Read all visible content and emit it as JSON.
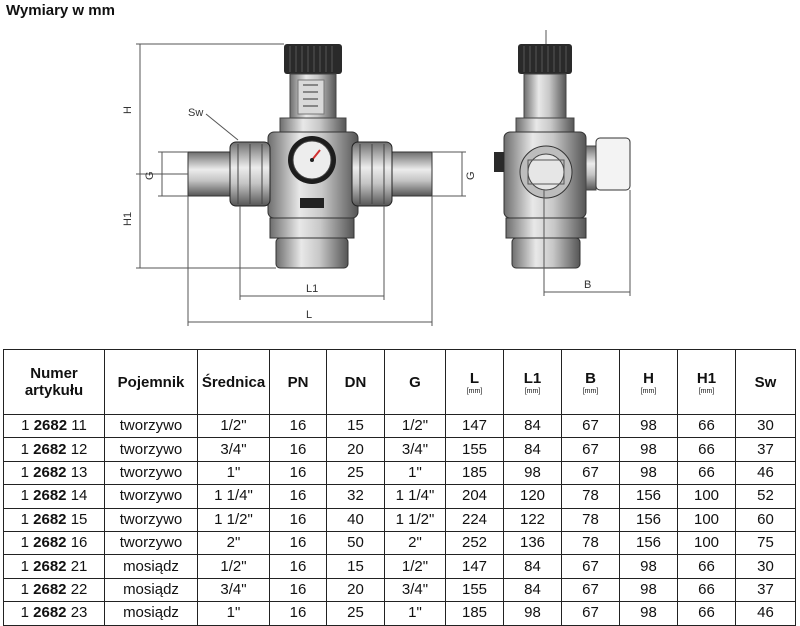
{
  "title": "Wymiary w mm",
  "drawing_labels": {
    "h": "H",
    "h1": "H1",
    "g_left": "G",
    "g_right": "G",
    "sw": "Sw",
    "l1": "L1",
    "l": "L",
    "b": "B"
  },
  "table": {
    "headers": [
      {
        "label": "Numer artykułu",
        "unit": ""
      },
      {
        "label": "Pojemnik",
        "unit": ""
      },
      {
        "label": "Średnica",
        "unit": ""
      },
      {
        "label": "PN",
        "unit": ""
      },
      {
        "label": "DN",
        "unit": ""
      },
      {
        "label": "G",
        "unit": ""
      },
      {
        "label": "L",
        "unit": "[mm]"
      },
      {
        "label": "L1",
        "unit": "[mm]"
      },
      {
        "label": "B",
        "unit": "[mm]"
      },
      {
        "label": "H",
        "unit": "[mm]"
      },
      {
        "label": "H1",
        "unit": "[mm]"
      },
      {
        "label": "Sw",
        "unit": ""
      }
    ],
    "rows": [
      {
        "pre": "1",
        "mid": "2682",
        "suf": "11",
        "material": "tworzywo",
        "diameter": "1/2\"",
        "pn": "16",
        "dn": "15",
        "g": "1/2\"",
        "l": "147",
        "l1": "84",
        "b": "67",
        "h": "98",
        "h1": "66",
        "sw": "30"
      },
      {
        "pre": "1",
        "mid": "2682",
        "suf": "12",
        "material": "tworzywo",
        "diameter": "3/4\"",
        "pn": "16",
        "dn": "20",
        "g": "3/4\"",
        "l": "155",
        "l1": "84",
        "b": "67",
        "h": "98",
        "h1": "66",
        "sw": "37"
      },
      {
        "pre": "1",
        "mid": "2682",
        "suf": "13",
        "material": "tworzywo",
        "diameter": "1\"",
        "pn": "16",
        "dn": "25",
        "g": "1\"",
        "l": "185",
        "l1": "98",
        "b": "67",
        "h": "98",
        "h1": "66",
        "sw": "46"
      },
      {
        "pre": "1",
        "mid": "2682",
        "suf": "14",
        "material": "tworzywo",
        "diameter": "1 1/4\"",
        "pn": "16",
        "dn": "32",
        "g": "1 1/4\"",
        "l": "204",
        "l1": "120",
        "b": "78",
        "h": "156",
        "h1": "100",
        "sw": "52"
      },
      {
        "pre": "1",
        "mid": "2682",
        "suf": "15",
        "material": "tworzywo",
        "diameter": "1 1/2\"",
        "pn": "16",
        "dn": "40",
        "g": "1 1/2\"",
        "l": "224",
        "l1": "122",
        "b": "78",
        "h": "156",
        "h1": "100",
        "sw": "60"
      },
      {
        "pre": "1",
        "mid": "2682",
        "suf": "16",
        "material": "tworzywo",
        "diameter": "2\"",
        "pn": "16",
        "dn": "50",
        "g": "2\"",
        "l": "252",
        "l1": "136",
        "b": "78",
        "h": "156",
        "h1": "100",
        "sw": "75"
      },
      {
        "pre": "1",
        "mid": "2682",
        "suf": "21",
        "material": "mosiądz",
        "diameter": "1/2\"",
        "pn": "16",
        "dn": "15",
        "g": "1/2\"",
        "l": "147",
        "l1": "84",
        "b": "67",
        "h": "98",
        "h1": "66",
        "sw": "30"
      },
      {
        "pre": "1",
        "mid": "2682",
        "suf": "22",
        "material": "mosiądz",
        "diameter": "3/4\"",
        "pn": "16",
        "dn": "20",
        "g": "3/4\"",
        "l": "155",
        "l1": "84",
        "b": "67",
        "h": "98",
        "h1": "66",
        "sw": "37"
      },
      {
        "pre": "1",
        "mid": "2682",
        "suf": "23",
        "material": "mosiądz",
        "diameter": "1\"",
        "pn": "16",
        "dn": "25",
        "g": "1\"",
        "l": "185",
        "l1": "98",
        "b": "67",
        "h": "98",
        "h1": "66",
        "sw": "46"
      }
    ]
  }
}
